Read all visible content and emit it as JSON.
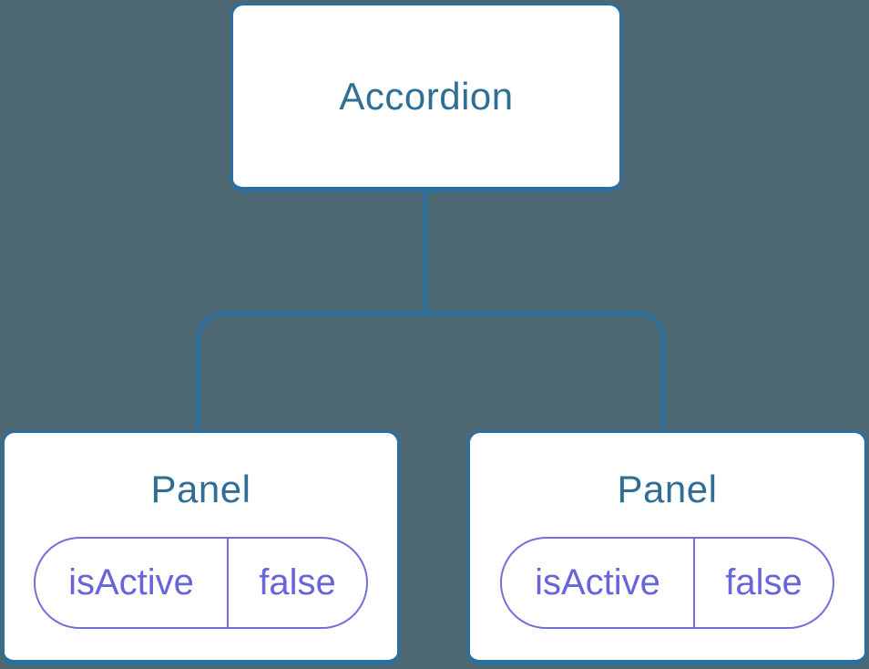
{
  "diagram": {
    "root": {
      "label": "Accordion"
    },
    "children": [
      {
        "label": "Panel",
        "state": {
          "name": "isActive",
          "value": "false"
        }
      },
      {
        "label": "Panel",
        "state": {
          "name": "isActive",
          "value": "false"
        }
      }
    ],
    "colors": {
      "background": "#4D6872",
      "node_background": "#FFFFFF",
      "node_border": "#2B6F9F",
      "node_text": "#2E6E97",
      "connector": "#2B6F9F",
      "state_border": "#7170DC",
      "state_text": "#6665D9"
    }
  }
}
